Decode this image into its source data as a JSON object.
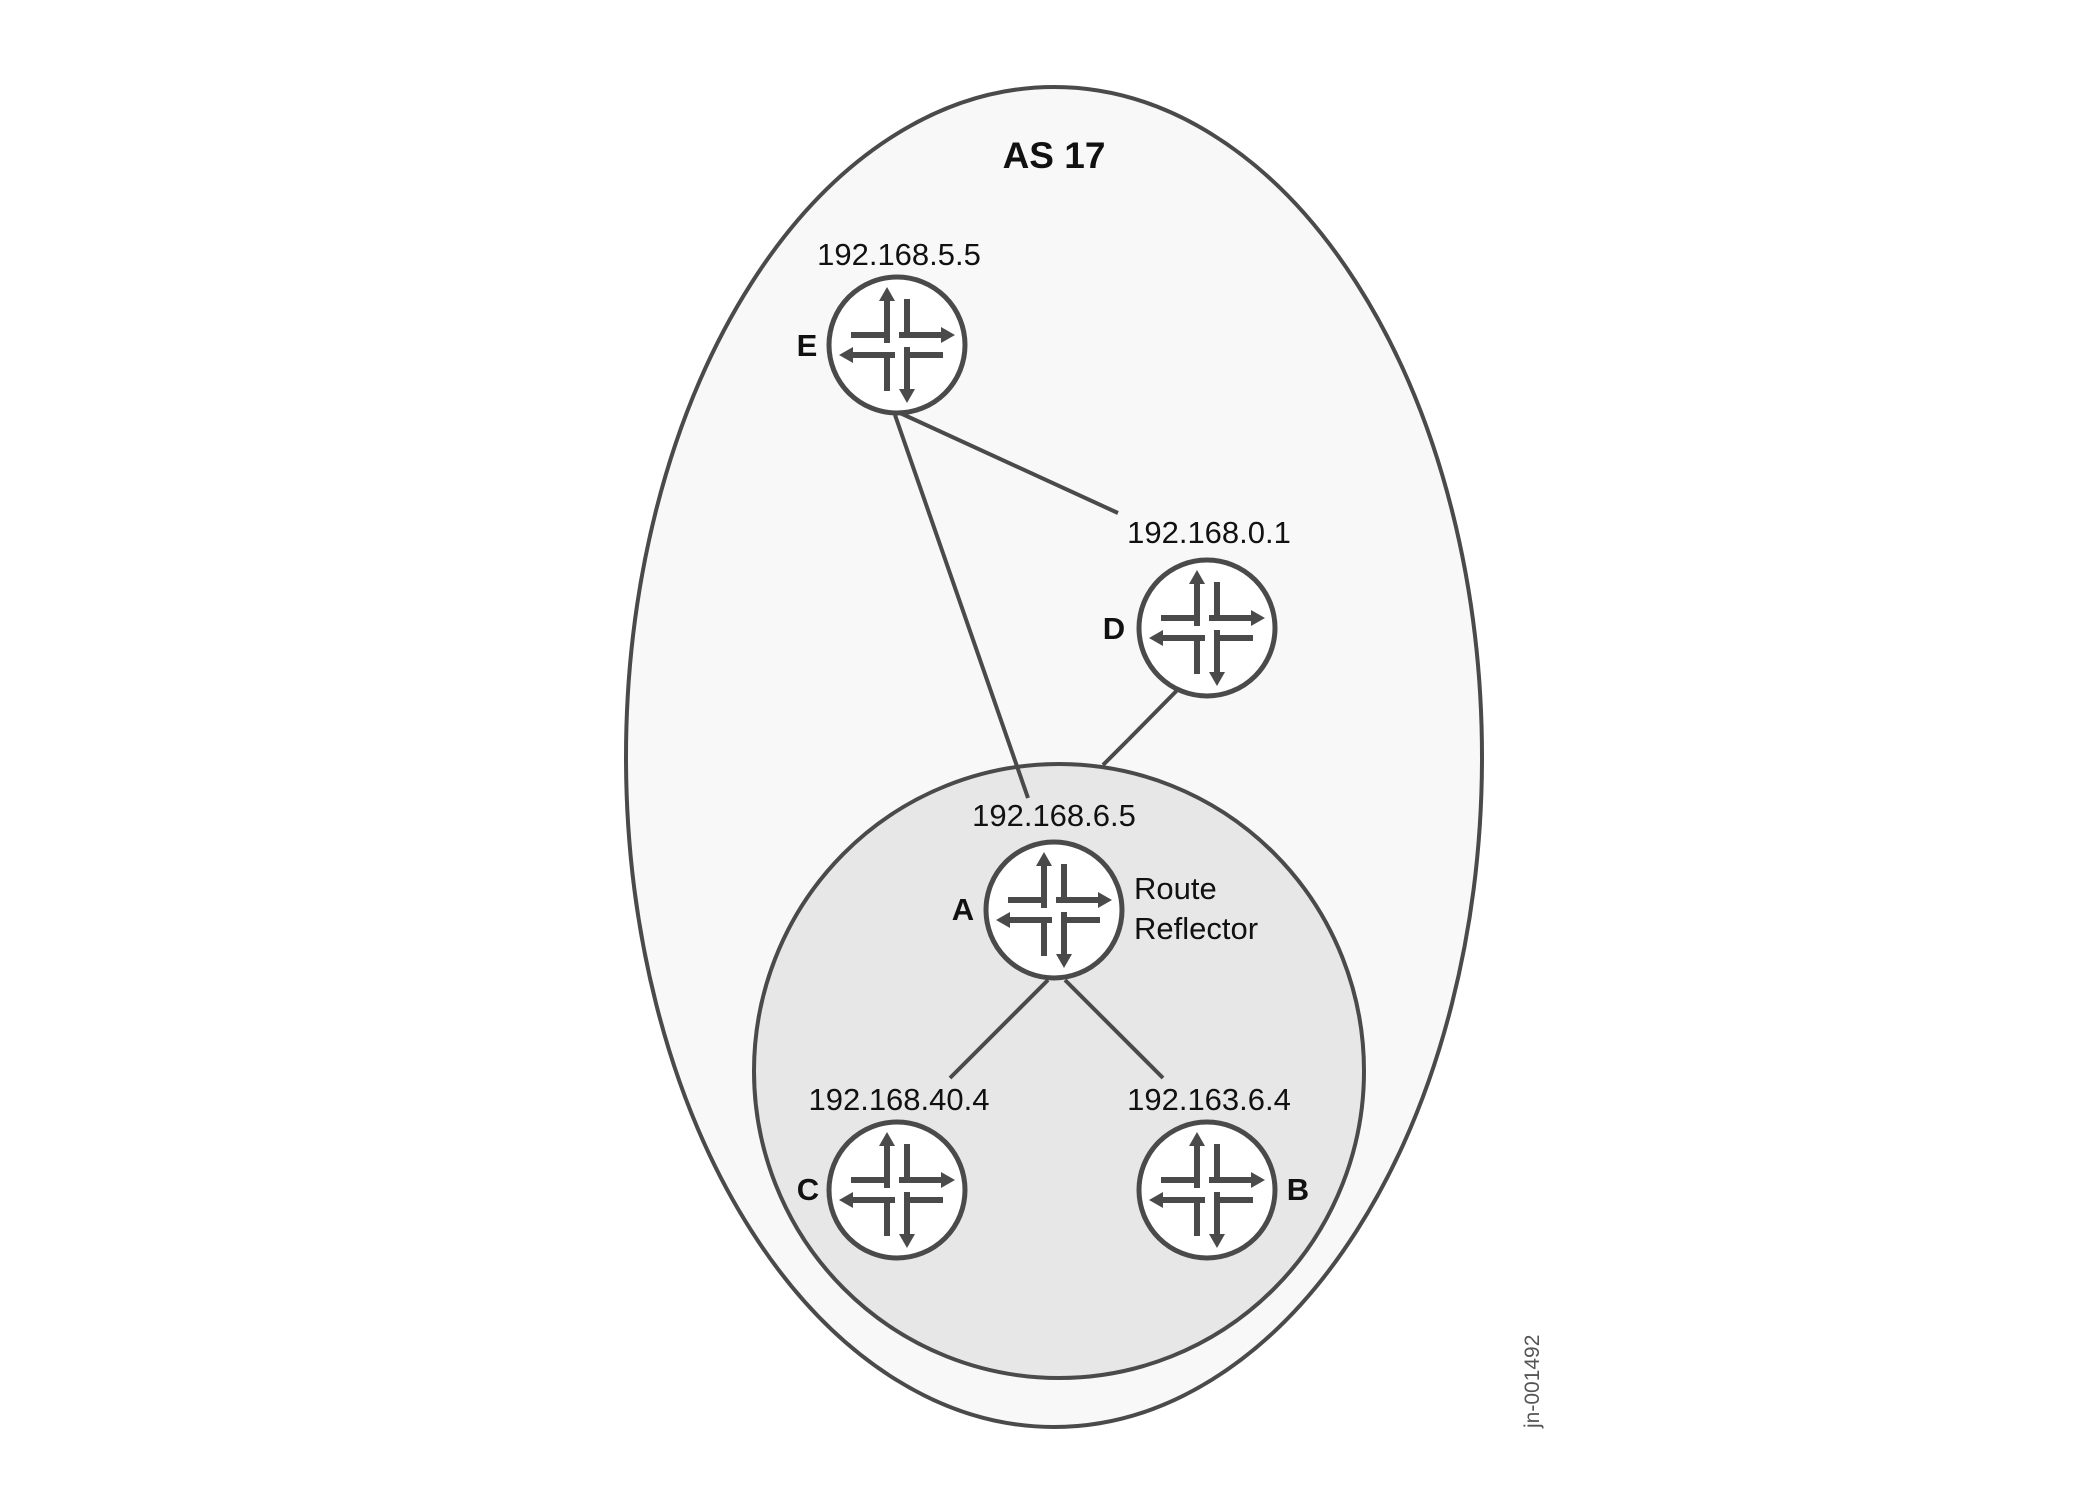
{
  "as_label": "AS 17",
  "figure_id": "jn-001492",
  "routers": {
    "e": {
      "name": "E",
      "address": "192.168.5.5"
    },
    "d": {
      "name": "D",
      "address": "192.168.0.1"
    },
    "a": {
      "name": "A",
      "address": "192.168.6.5",
      "role_line1": "Route",
      "role_line2": "Reflector"
    },
    "c": {
      "name": "C",
      "address": "192.168.40.4"
    },
    "b": {
      "name": "B",
      "address": "192.163.6.4"
    }
  },
  "links": [
    {
      "from": "E",
      "to": "D"
    },
    {
      "from": "E",
      "to": "A"
    },
    {
      "from": "D",
      "to": "A"
    },
    {
      "from": "A",
      "to": "C"
    },
    {
      "from": "A",
      "to": "B"
    }
  ],
  "colors": {
    "outline": "#4a4a4a",
    "as_fill": "#f8f8f8",
    "cluster_fill": "#e7e7e7",
    "router_fill": "#ffffff"
  }
}
